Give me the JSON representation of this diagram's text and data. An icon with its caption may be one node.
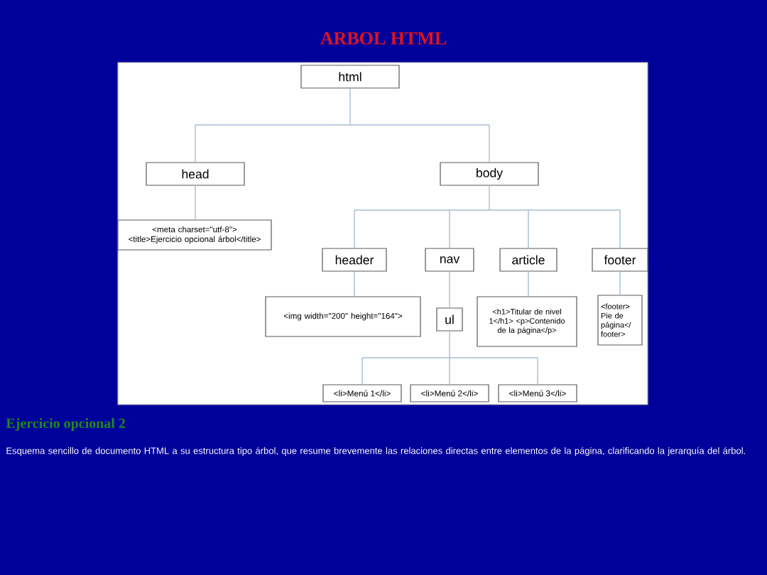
{
  "diagram": {
    "title": "ARBOL HTML",
    "caption": "Esquema sencillo de documento HTML a su estructura tipo árbol, que resume brevemente las relaciones directas entre elementos de la página, clarificando la jerarquía del árbol.",
    "nodes": [
      {
        "text": [
          "html"
        ]
      },
      {
        "text": [
          "head"
        ]
      },
      {
        "text": [
          "body"
        ]
      },
      {
        "text": [
          "<meta charset=\"utf-8\">",
          "<title>Ejercicio opcional árbol</title>"
        ]
      },
      {
        "text": [
          "header"
        ]
      },
      {
        "text": [
          "nav"
        ]
      },
      {
        "text": [
          "article"
        ]
      },
      {
        "text": [
          "footer"
        ]
      },
      {
        "text": [
          "<img width=\"200\" height=\"164\">"
        ]
      },
      {
        "text": [
          "ul"
        ]
      },
      {
        "text": [
          "<h1>Titular de nivel 1</h1> <p>Contenido de la página</p>"
        ]
      },
      {
        "text": [
          "<footer> Pie de página</ footer>"
        ]
      },
      {
        "text": [
          "<li>Menú 1</li>"
        ]
      },
      {
        "text": [
          "<li>Menú 2</li>"
        ]
      },
      {
        "text": [
          "<li>Menú 3</li>"
        ]
      }
    ],
    "edges": [
      {
        "from": 0,
        "to": 1,
        "arrow": "none"
      },
      {
        "from": 0,
        "to": 2,
        "arrow": "none"
      },
      {
        "from": 1,
        "to": 3,
        "arrow": "none"
      },
      {
        "from": 2,
        "to": 4,
        "arrow": "none"
      },
      {
        "from": 2,
        "to": 5,
        "arrow": "none"
      },
      {
        "from": 2,
        "to": 6,
        "arrow": "none"
      },
      {
        "from": 2,
        "to": 7,
        "arrow": "none"
      },
      {
        "from": 4,
        "to": 8,
        "arrow": "none"
      },
      {
        "from": 5,
        "to": 9,
        "arrow": "none"
      },
      {
        "from": 6,
        "to": 10,
        "arrow": "none"
      },
      {
        "from": 7,
        "to": 11,
        "arrow": "none"
      },
      {
        "from": 9,
        "to": 12,
        "arrow": "none"
      },
      {
        "from": 9,
        "to": 13,
        "arrow": "none"
      },
      {
        "from": 9,
        "to": 14,
        "arrow": "none"
      }
    ],
    "labels": [
      "Ejercicio opcional 2"
    ]
  }
}
